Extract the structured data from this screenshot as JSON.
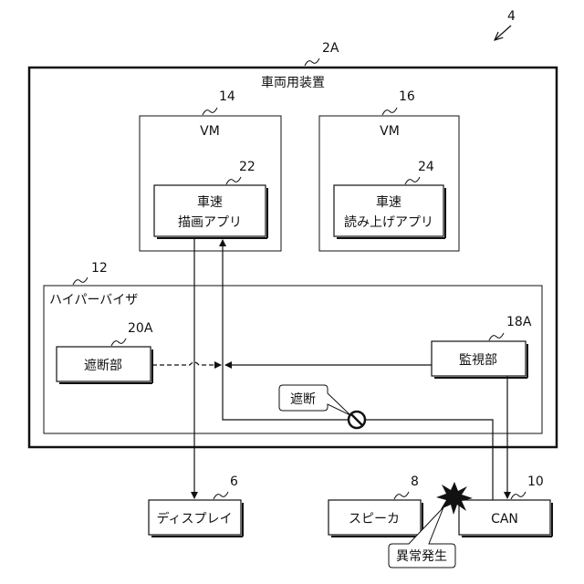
{
  "figure_ref": "4",
  "device": {
    "ref": "2A",
    "title": "車両用装置"
  },
  "vm1": {
    "ref": "14",
    "title": "VM",
    "app": {
      "ref": "22",
      "line1": "車速",
      "line2": "描画アプリ"
    }
  },
  "vm2": {
    "ref": "16",
    "title": "VM",
    "app": {
      "ref": "24",
      "line1": "車速",
      "line2": "読み上げアプリ"
    }
  },
  "hypervisor": {
    "ref": "12",
    "title": "ハイパーバイザ"
  },
  "blocker": {
    "ref": "20A",
    "label": "遮断部"
  },
  "monitor": {
    "ref": "18A",
    "label": "監視部"
  },
  "block_callout": {
    "label": "遮断"
  },
  "display": {
    "ref": "6",
    "label": "ディスプレイ"
  },
  "speaker": {
    "ref": "8",
    "label": "スピーカ"
  },
  "can": {
    "ref": "10",
    "label": "CAN"
  },
  "anomaly": {
    "label": "異常発生"
  }
}
